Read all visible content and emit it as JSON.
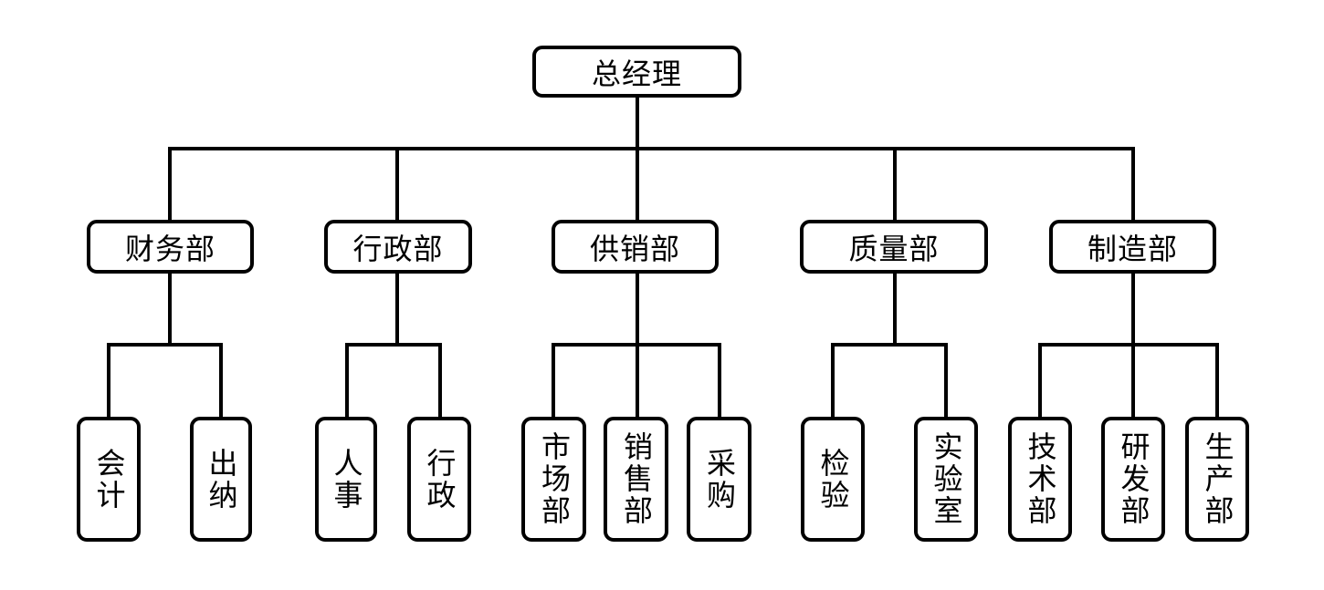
{
  "org_chart": {
    "root": {
      "label": "总经理"
    },
    "departments": [
      {
        "label": "财务部",
        "units": [
          "会计",
          "出纳"
        ]
      },
      {
        "label": "行政部",
        "units": [
          "人事",
          "行政"
        ]
      },
      {
        "label": "供销部",
        "units": [
          "市场部",
          "销售部",
          "采购"
        ]
      },
      {
        "label": "质量部",
        "units": [
          "检验",
          "实验室"
        ]
      },
      {
        "label": "制造部",
        "units": [
          "技术部",
          "研发部",
          "生产部"
        ]
      }
    ]
  },
  "style": {
    "line_color": "#000000",
    "box_border_color": "#000000",
    "background": "#ffffff"
  }
}
